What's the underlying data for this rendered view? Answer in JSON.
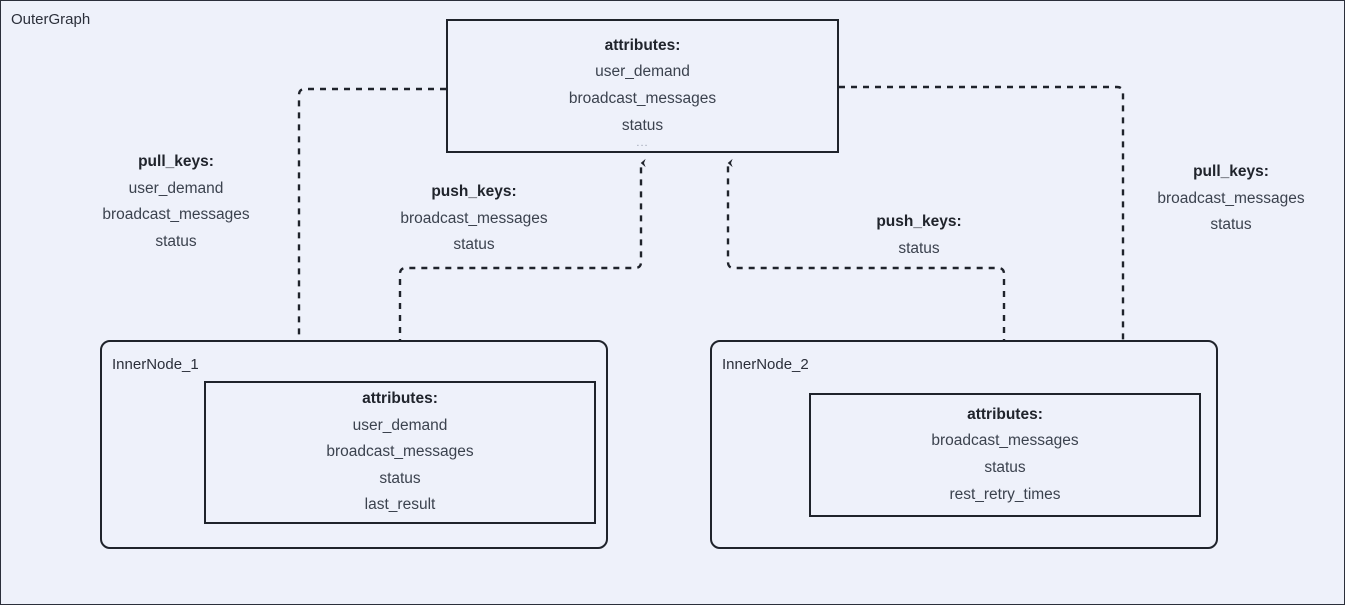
{
  "diagram": {
    "outer_graph_label": "OuterGraph",
    "background_color": "#eef1fa",
    "border_color": "#2b2f3a",
    "edge_style": "dashed"
  },
  "outer_node": {
    "heading": "attributes:",
    "attributes": [
      "user_demand",
      "broadcast_messages",
      "status"
    ],
    "overflow": "..."
  },
  "clusters": [
    {
      "id": "inner-node-1",
      "label": "InnerNode_1",
      "node": {
        "heading": "attributes:",
        "attributes": [
          "user_demand",
          "broadcast_messages",
          "status",
          "last_result"
        ]
      }
    },
    {
      "id": "inner-node-2",
      "label": "InnerNode_2",
      "node": {
        "heading": "attributes:",
        "attributes": [
          "broadcast_messages",
          "status",
          "rest_retry_times"
        ]
      }
    }
  ],
  "edges": [
    {
      "id": "pull-left",
      "direction": "outer-to-inner-1",
      "key_label": "pull_keys:",
      "keys": [
        "user_demand",
        "broadcast_messages",
        "status"
      ]
    },
    {
      "id": "push-left",
      "direction": "inner-1-to-outer",
      "key_label": "push_keys:",
      "keys": [
        "broadcast_messages",
        "status"
      ]
    },
    {
      "id": "push-right",
      "direction": "inner-2-to-outer",
      "key_label": "push_keys:",
      "keys": [
        "status"
      ]
    },
    {
      "id": "pull-right",
      "direction": "outer-to-inner-2",
      "key_label": "pull_keys:",
      "keys": [
        "broadcast_messages",
        "status"
      ]
    }
  ]
}
